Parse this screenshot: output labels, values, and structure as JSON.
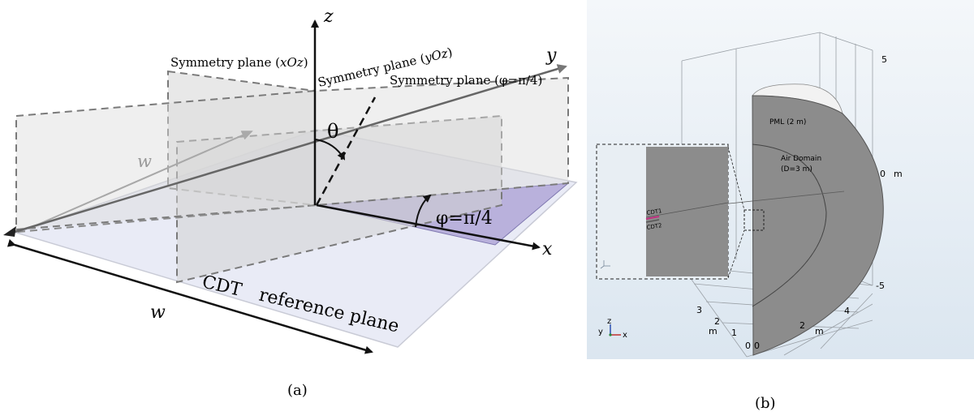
{
  "panel_a": {
    "caption": "(a)",
    "axis_z": "z",
    "axis_y": "y",
    "axis_x": "x",
    "plane_xoz_prefix": "Symmetry plane (",
    "plane_xoz_var": "xOz",
    "plane_xoz_suffix": ")",
    "plane_yoz_prefix": "Symmetry plane (",
    "plane_yoz_var": "yOz",
    "plane_yoz_suffix": ")",
    "plane_phi": "Symmetry plane (φ=π/4)",
    "theta": "θ",
    "phi_angle": "φ=π/4",
    "w_back": "w",
    "w_front": "w",
    "ref_plane_1": "CDT",
    "ref_plane_2": "reference plane",
    "colors": {
      "ref_plane": "#e8eaf5",
      "phi_wedge": "#b8b0dc",
      "sym_plane": "#d8d8d8"
    }
  },
  "panel_b": {
    "caption": "(b)",
    "pml_label": "PML (2 m)",
    "air_label_1": "Air Domain",
    "air_label_2": "(D=3 m)",
    "cdt1": "CDT1",
    "cdt2": "CDT2",
    "z_ticks": [
      "5",
      "0",
      "-5"
    ],
    "z_unit": "m",
    "x_ticks": [
      "0",
      "2",
      "4"
    ],
    "x_unit": "m",
    "y_ticks": [
      "3",
      "2",
      "1",
      "0"
    ],
    "y_unit": "m",
    "triad_z": "z",
    "triad_y": "y",
    "triad_x": "x",
    "colors": {
      "background": "#e4ecf3",
      "domain": "#8a8a8a",
      "cdt1": "#c03080"
    }
  }
}
